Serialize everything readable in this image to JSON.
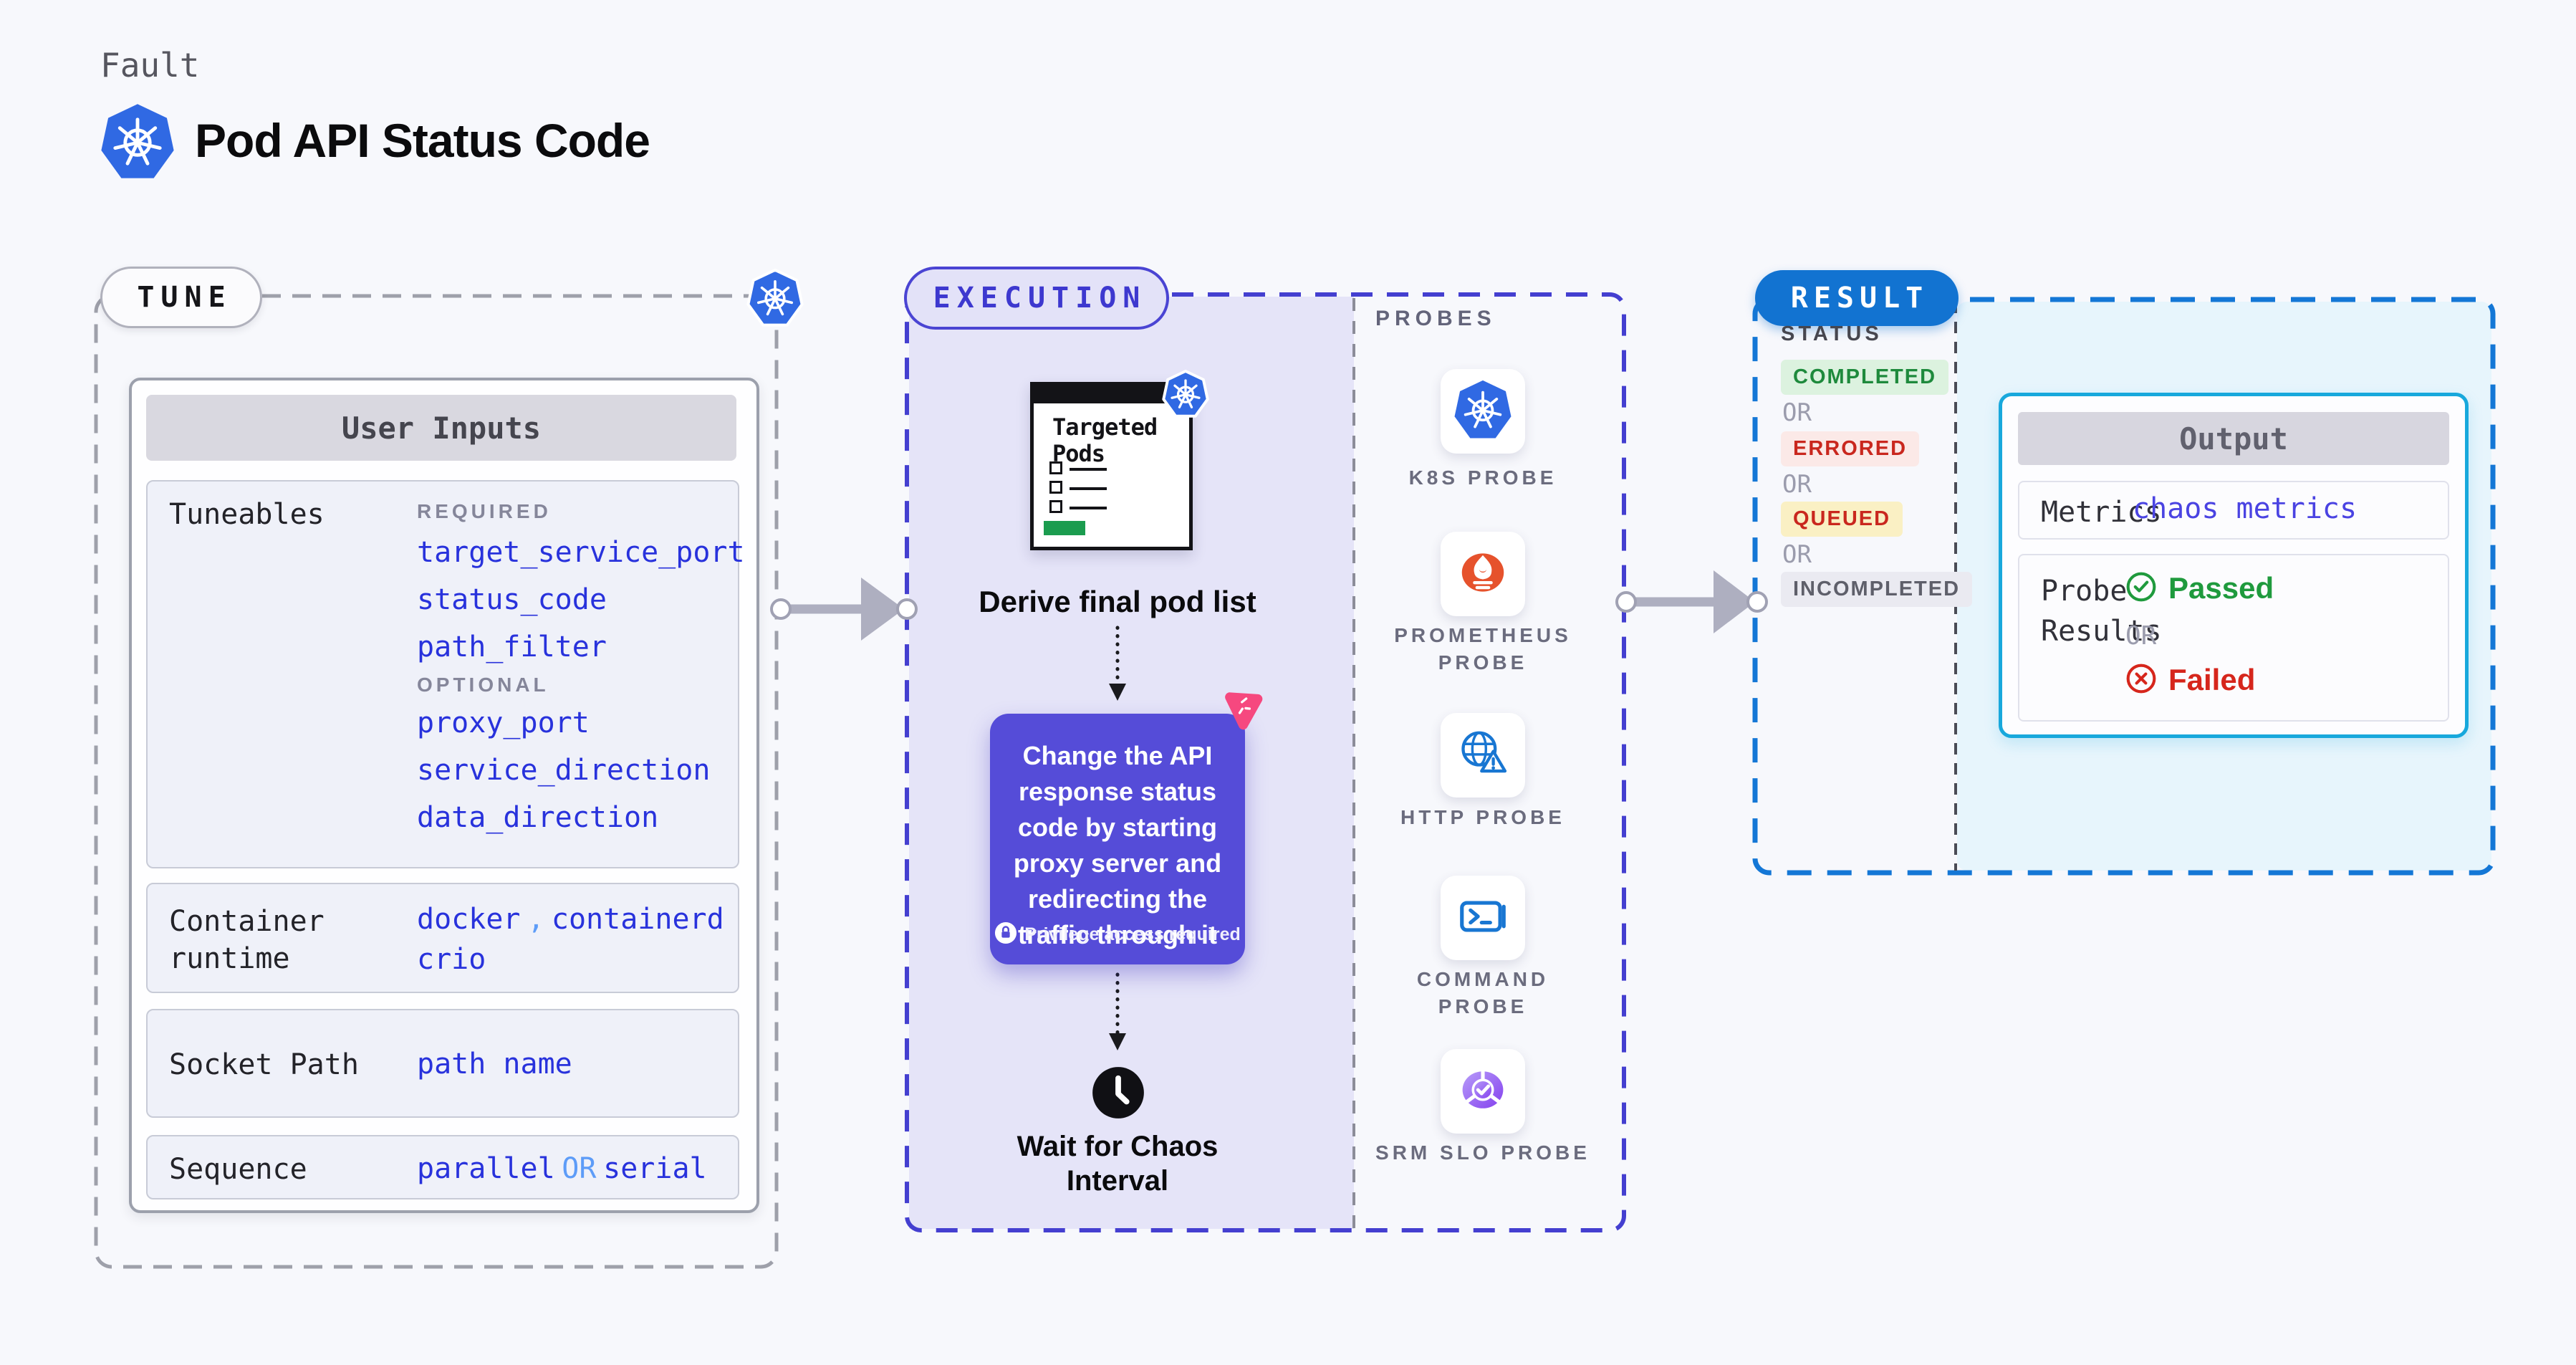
{
  "header": {
    "category": "Fault",
    "title": "Pod API Status Code"
  },
  "tune": {
    "pill": "TUNE",
    "card_header": "User Inputs",
    "tuneables_label": "Tuneables",
    "required_heading": "REQUIRED",
    "required_items": [
      "target_service_port",
      "status_code",
      "path_filter"
    ],
    "optional_heading": "OPTIONAL",
    "optional_items": [
      "proxy_port",
      "service_direction",
      "data_direction"
    ],
    "container_runtime_label": "Container runtime",
    "runtime": {
      "v1": "docker",
      "sep": ",",
      "v2": "containerd",
      "v3": "crio"
    },
    "socket_path_label": "Socket Path",
    "socket_path_value": "path name",
    "sequence_label": "Sequence",
    "sequence": {
      "v1": "parallel",
      "or": "OR",
      "v2": "serial"
    }
  },
  "execution": {
    "pill": "EXECUTION",
    "targeted_pods_title": "Targeted Pods",
    "derive_caption": "Derive final pod list",
    "action_text": "Change the API response status code by starting proxy server and redirecting the traffic through it",
    "privilege_note": "Privilege access required",
    "wait_caption": "Wait for Chaos Interval"
  },
  "probes": {
    "heading": "PROBES",
    "items": [
      {
        "label": "K8S PROBE",
        "icon": "kubernetes-icon"
      },
      {
        "label": "PROMETHEUS PROBE",
        "icon": "prometheus-icon"
      },
      {
        "label": "HTTP PROBE",
        "icon": "http-globe-warning-icon"
      },
      {
        "label": "COMMAND PROBE",
        "icon": "terminal-icon"
      },
      {
        "label": "SRM SLO PROBE",
        "icon": "slo-pie-check-icon"
      }
    ]
  },
  "result": {
    "pill": "RESULT",
    "status_heading": "STATUS",
    "or_label": "OR",
    "statuses": [
      {
        "label": "COMPLETED",
        "text_color": "#1E8A3C",
        "bg_color": "#DCF2DF"
      },
      {
        "label": "ERRORED",
        "text_color": "#C9271E",
        "bg_color": "#FBE9E7"
      },
      {
        "label": "QUEUED",
        "text_color": "#C9271E",
        "bg_color": "#FAF0C4"
      },
      {
        "label": "INCOMPLETED",
        "text_color": "#5E5F6A",
        "bg_color": "#EAEAF1"
      }
    ],
    "output": {
      "header": "Output",
      "metrics_label": "Metrics",
      "metrics_value": "chaos metrics",
      "probe_results_label": "Probe Results",
      "passed_label": "Passed",
      "or_label": "OR",
      "failed_label": "Failed"
    }
  },
  "colors": {
    "background": "#F7F8FC",
    "kubernetes_blue": "#3069E3",
    "tune_border_gray": "#9EA0AA",
    "execution_indigo": "#443FD0",
    "execution_fill": "#E5E4F8",
    "action_card_purple": "#554CD8",
    "litmus_pink": "#F6487F",
    "result_blue": "#1273D1",
    "output_border_cyan": "#18A8DC",
    "code_blue": "#2832DC",
    "code_light_blue": "#5D9CF8",
    "passed_green": "#1F9A3D",
    "failed_red": "#D6261C",
    "prometheus_orange": "#E6522C"
  }
}
